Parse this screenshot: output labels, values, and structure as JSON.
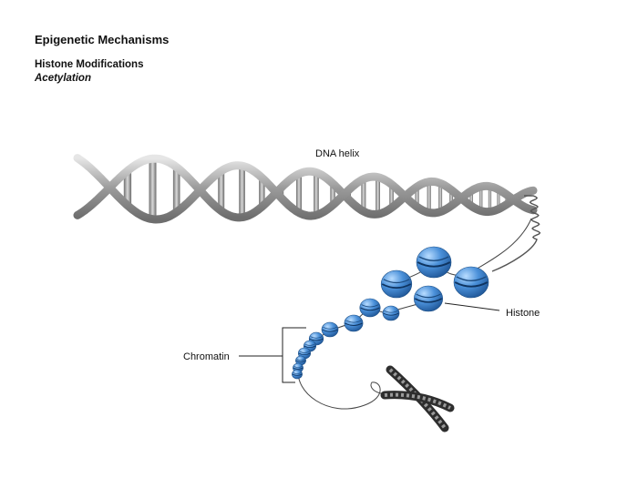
{
  "header": {
    "title": "Epigenetic Mechanisms",
    "subtitle": "Histone Modifications",
    "process": "Acetylation"
  },
  "labels": {
    "dna": "DNA helix",
    "histone": "Histone",
    "chromatin": "Chromatin"
  },
  "colors": {
    "dna_strand": "#a9a9a9",
    "histone_blue": "#3f86d0",
    "chromosome": "#555555"
  }
}
